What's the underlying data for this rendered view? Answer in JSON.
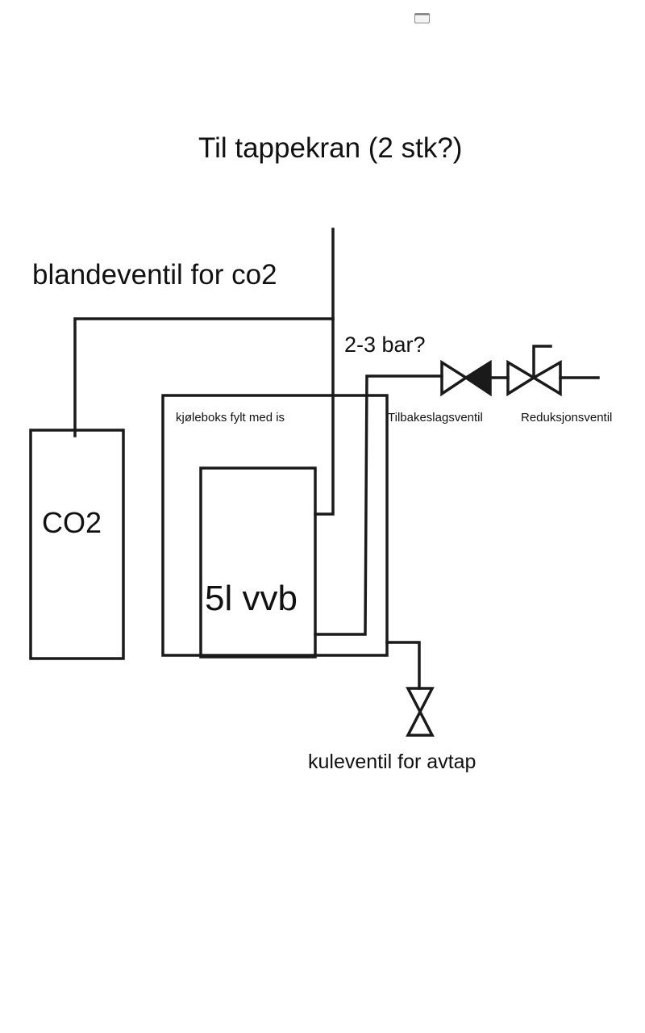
{
  "labels": {
    "top_outlet": "Til tappekran (2 stk?)",
    "mixing_valve": "blandeventil for co2",
    "pressure": "2-3 bar?",
    "cooler_box": "kjøleboks fylt med is",
    "check_valve": "Tilbakeslagsventil",
    "reducing_valve": "Reduksjonsventil",
    "co2_bottle": "CO2",
    "water_heater": "5l vvb",
    "ball_valve": "kuleventil for avtap"
  },
  "icons": {
    "window": "window-icon"
  },
  "colors": {
    "line": "#1a1a1a",
    "background": "#ffffff"
  }
}
